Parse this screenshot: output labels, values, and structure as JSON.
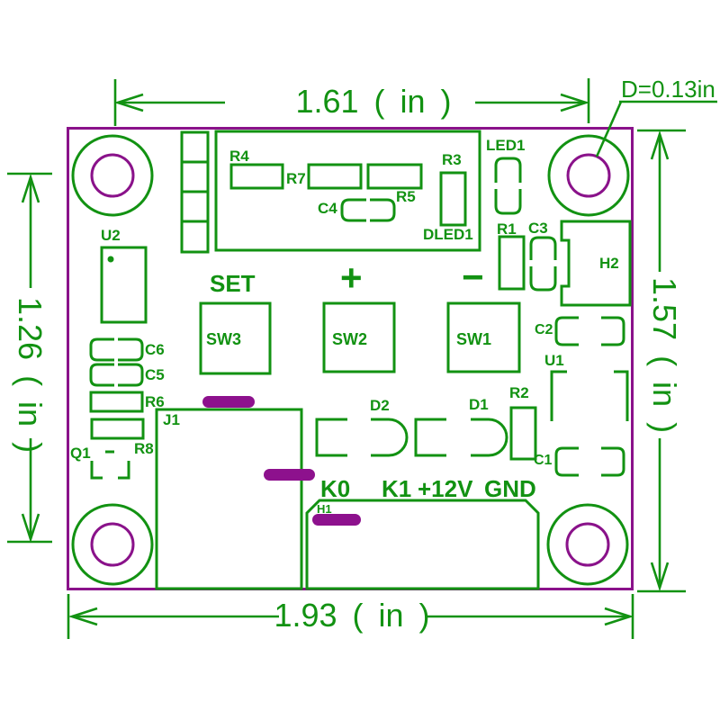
{
  "colors": {
    "silkscreen_green": "#129212",
    "board_purple": "#8a128a",
    "pill_purple": "#8d118d",
    "background": "#ffffff"
  },
  "dimension_annotations": {
    "width_between_holes": "1.61 ( in )",
    "board_width": "1.93 ( in )",
    "height_between_holes": "1.26 ( in )",
    "board_height": "1.57 ( in )",
    "hole_diameter": "D=0.13in"
  },
  "component_labels": {
    "r4": "R4",
    "r7": "R7",
    "r5": "R5",
    "c4": "C4",
    "r3": "R3",
    "dled1": "DLED1",
    "led1": "LED1",
    "r1": "R1",
    "c3": "C3",
    "h2": "H2",
    "u2": "U2",
    "c6": "C6",
    "c5": "C5",
    "r6": "R6",
    "r8": "R8",
    "q1": "Q1",
    "j1": "J1",
    "d2": "D2",
    "d1": "D1",
    "r2": "R2",
    "c2": "C2",
    "u1": "U1",
    "c1": "C1",
    "h1": "H1",
    "sw1": "SW1",
    "sw2": "SW2",
    "sw3": "SW3"
  },
  "button_markings": {
    "set": "SET",
    "plus": "+",
    "minus": "−"
  },
  "terminal_markings": {
    "k0": "K0",
    "k1": "K1",
    "v12": "+12V",
    "gnd": "GND"
  }
}
